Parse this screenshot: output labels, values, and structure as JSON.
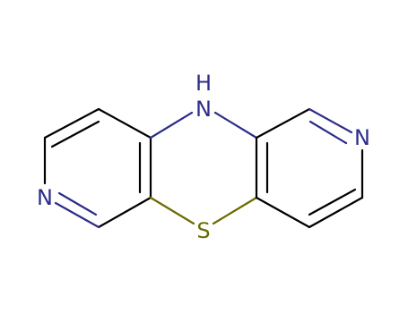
{
  "molecule": {
    "atoms": [
      {
        "id": "NH",
        "label": "N",
        "h_label": "H",
        "color": "#2d2d8a"
      },
      {
        "id": "S",
        "label": "S",
        "color": "#6b6b00"
      },
      {
        "id": "NL",
        "label": "N",
        "color": "#2d2d8a"
      },
      {
        "id": "NR",
        "label": "N",
        "color": "#2d2d8a"
      }
    ]
  },
  "colors": {
    "carbon_bond": "#000000",
    "nitrogen": "#2d2d8a",
    "sulfur": "#6b6b00",
    "background": "#ffffff"
  }
}
